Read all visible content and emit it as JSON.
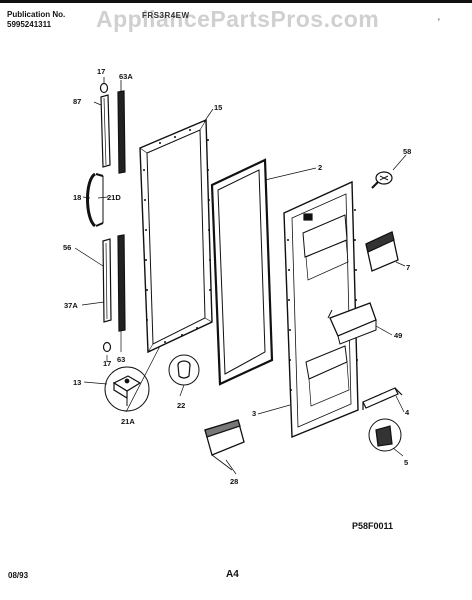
{
  "header": {
    "publication_label": "Publication No.",
    "publication_number": "5995241311",
    "model_text": "FRS3R4EW",
    "watermark": "AppliancePartsPros.com",
    "corner_mark": "'"
  },
  "footer": {
    "diagram_code": "P58F0011",
    "date": "08/93",
    "page": "A4"
  },
  "callouts": {
    "c17a": "17",
    "c63a": "63A",
    "c87": "87",
    "c15": "15",
    "c2": "2",
    "c58": "58",
    "c18": "18",
    "c21d": "21D",
    "c56": "56",
    "c7": "7",
    "c37a": "37A",
    "c49": "49",
    "c17b": "17",
    "c63": "63",
    "c13": "13",
    "c22": "22",
    "c3": "3",
    "c4": "4",
    "c21a": "21A",
    "c5": "5",
    "c28": "28"
  }
}
